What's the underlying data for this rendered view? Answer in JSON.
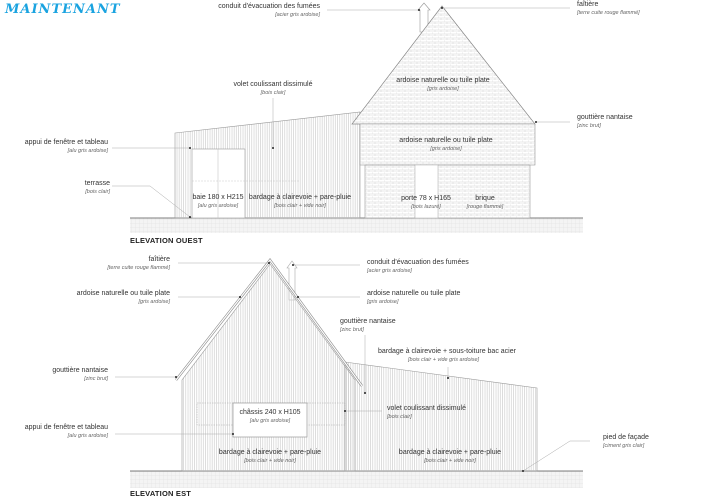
{
  "title": "MAINTENANT",
  "accent_color": "#1aa3e0",
  "elevation_ouest": {
    "caption": "ELEVATION OUEST",
    "labels": {
      "conduit": {
        "name": "conduit d'évacuation des fumées",
        "material": "[acier gris ardoise]"
      },
      "faitiere": {
        "name": "faîtière",
        "material": "[terre cuite rouge flammé]"
      },
      "volet": {
        "name": "volet coulissant dissimulé",
        "material": "[bois clair]"
      },
      "ardoise_toit": {
        "name": "ardoise naturelle ou tuile plate",
        "material": "[gris ardoise]"
      },
      "ardoise_bande": {
        "name": "ardoise naturelle ou tuile plate",
        "material": "[gris ardoise]"
      },
      "gouttiere": {
        "name": "gouttière nantaise",
        "material": "[zinc brut]"
      },
      "appui": {
        "name": "appui de fenêtre et tableau",
        "material": "[alu gris ardoise]"
      },
      "terrasse": {
        "name": "terrasse",
        "material": "[bois clair]"
      },
      "baie": {
        "name": "baie 180 x H215",
        "material": "[alu gris ardoise]"
      },
      "bardage": {
        "name": "bardage à clairevoie + pare-pluie",
        "material": "[bois clair + vide noir]"
      },
      "porte": {
        "name": "porte 78 x H165",
        "material": "[bois lazuré]"
      },
      "brique": {
        "name": "brique",
        "material": "[rouge flammé]"
      }
    }
  },
  "elevation_est": {
    "caption": "ELEVATION EST",
    "labels": {
      "faitiere": {
        "name": "faîtière",
        "material": "[terre cuite rouge flammé]"
      },
      "ardoise_gauche": {
        "name": "ardoise naturelle ou tuile plate",
        "material": "[gris ardoise]"
      },
      "conduit": {
        "name": "conduit d'évacuation des fumées",
        "material": "[acier gris ardoise]"
      },
      "ardoise_droite": {
        "name": "ardoise naturelle ou tuile plate",
        "material": "[gris ardoise]"
      },
      "gouttiere_droite": {
        "name": "gouttière nantaise",
        "material": "[zinc brut]"
      },
      "bardage_toiture": {
        "name": "bardage à clairevoie + sous-toiture bac acier",
        "material": "[bois clair + vide gris ardoise]"
      },
      "gouttiere_gauche": {
        "name": "gouttière nantaise",
        "material": "[zinc brut]"
      },
      "chassis": {
        "name": "châssis 240 x H105",
        "material": "[alu gris ardoise]"
      },
      "volet": {
        "name": "volet coulissant dissimulé",
        "material": "[bois clair]"
      },
      "appui": {
        "name": "appui de fenêtre et tableau",
        "material": "[alu gris ardoise]"
      },
      "bardage_gauche": {
        "name": "bardage à clairevoie + pare-pluie",
        "material": "[bois clair + vide noir]"
      },
      "bardage_droite": {
        "name": "bardage à clairevoie + pare-pluie",
        "material": "[bois clair + vide noir]"
      },
      "pied": {
        "name": "pied de façade",
        "material": "[ciment gris clair]"
      }
    }
  }
}
